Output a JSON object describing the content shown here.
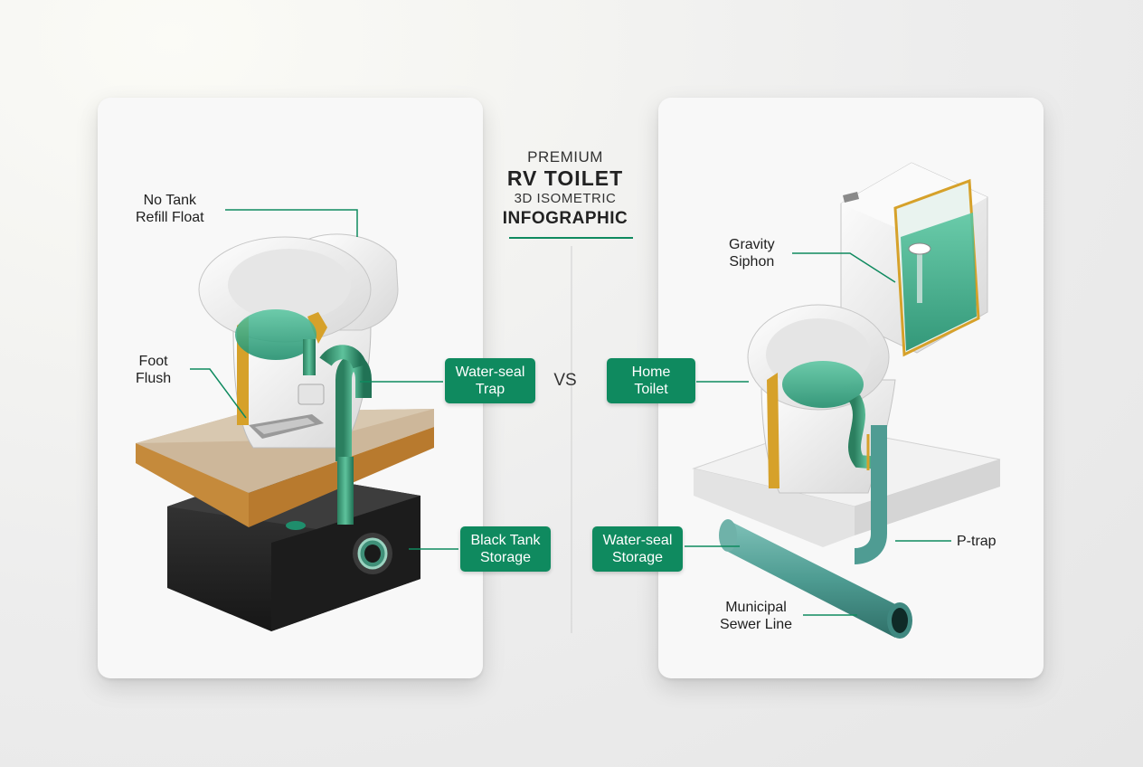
{
  "title": {
    "line1": "PREMIUM",
    "line2": "RV TOILET",
    "line3": "3D ISOMETRIC",
    "line4": "INFOGRAPHIC"
  },
  "vs": "VS",
  "left_panel": {
    "labels": {
      "no_tank": [
        "No Tank",
        "Refill Float"
      ],
      "foot_flush": [
        "Foot",
        "Flush"
      ]
    },
    "badges": {
      "water_seal_trap": [
        "Water-seal",
        "Trap"
      ],
      "black_tank": [
        "Black Tank",
        "Storage"
      ]
    }
  },
  "right_panel": {
    "labels": {
      "gravity_siphon": [
        "Gravity",
        "Siphon"
      ],
      "p_trap": "P-trap",
      "sewer_line": [
        "Municipal",
        "Sewer Line"
      ]
    },
    "badges": {
      "home_toilet": [
        "Home",
        "Toilet"
      ],
      "water_seal_storage": [
        "Water-seal",
        "Storage"
      ]
    }
  },
  "colors": {
    "accent": "#0f8a5f",
    "water": "#2fae85",
    "tank_black": "#262626",
    "cutaway_edge": "#d6a12a",
    "pipe_teal": "#4f9c93"
  }
}
